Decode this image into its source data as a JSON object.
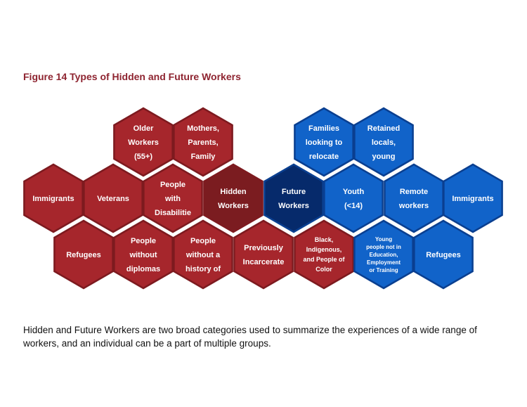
{
  "title": "Figure 14 Types of Hidden and Future Workers",
  "colors": {
    "hidden_fill": "#a6262c",
    "hidden_stroke": "#7d1a1f",
    "hidden_center_fill": "#7b1c20",
    "future_fill": "#1163c9",
    "future_stroke": "#0a3f90",
    "future_center_fill": "#062a6b"
  },
  "hexagons": [
    {
      "name": "hex-older-workers",
      "group": "hidden",
      "lines": [
        "Older",
        "Workers",
        "(55+)"
      ]
    },
    {
      "name": "hex-mothers-parents-family",
      "group": "hidden",
      "lines": [
        "Mothers,",
        "Parents,",
        "Family"
      ]
    },
    {
      "name": "hex-immigrants-hidden",
      "group": "hidden",
      "lines": [
        "Immigrants"
      ]
    },
    {
      "name": "hex-veterans",
      "group": "hidden",
      "lines": [
        "Veterans"
      ]
    },
    {
      "name": "hex-people-with-disabilities",
      "group": "hidden",
      "lines": [
        "People",
        "with",
        "Disabilitie"
      ]
    },
    {
      "name": "hex-hidden-workers",
      "group": "hidden-center",
      "lines": [
        "Hidden",
        "Workers"
      ]
    },
    {
      "name": "hex-refugees-hidden",
      "group": "hidden",
      "lines": [
        "Refugees"
      ]
    },
    {
      "name": "hex-people-without-diplomas",
      "group": "hidden",
      "lines": [
        "People",
        "without",
        "diplomas"
      ]
    },
    {
      "name": "hex-people-without-history",
      "group": "hidden",
      "lines": [
        "People",
        "without a",
        "history of"
      ]
    },
    {
      "name": "hex-previously-incarcerated",
      "group": "hidden",
      "lines": [
        "Previously",
        "Incarcerate"
      ]
    },
    {
      "name": "hex-black-indigenous-poc",
      "group": "hidden",
      "lines": [
        "Black,",
        "Indigenous,",
        "and People of",
        "Color"
      ]
    },
    {
      "name": "hex-future-workers",
      "group": "future-center",
      "lines": [
        "Future",
        "Workers"
      ]
    },
    {
      "name": "hex-families-relocate",
      "group": "future",
      "lines": [
        "Families",
        "looking to",
        "relocate"
      ]
    },
    {
      "name": "hex-retained-locals",
      "group": "future",
      "lines": [
        "Retained",
        "locals,",
        "young"
      ]
    },
    {
      "name": "hex-youth",
      "group": "future",
      "lines": [
        "Youth",
        "(<14)"
      ]
    },
    {
      "name": "hex-remote-workers",
      "group": "future",
      "lines": [
        "Remote",
        "workers"
      ]
    },
    {
      "name": "hex-immigrants-future",
      "group": "future",
      "lines": [
        "Immigrants"
      ]
    },
    {
      "name": "hex-young-neet",
      "group": "future",
      "lines": [
        "Young",
        "people not in",
        "Education,",
        "Employment",
        "or Training"
      ]
    },
    {
      "name": "hex-refugees-future",
      "group": "future",
      "lines": [
        "Refugees"
      ]
    }
  ],
  "caption": "Hidden and Future Workers are two broad categories used to summarize the experiences of a wide range of workers, and an individual can be a part of multiple groups."
}
